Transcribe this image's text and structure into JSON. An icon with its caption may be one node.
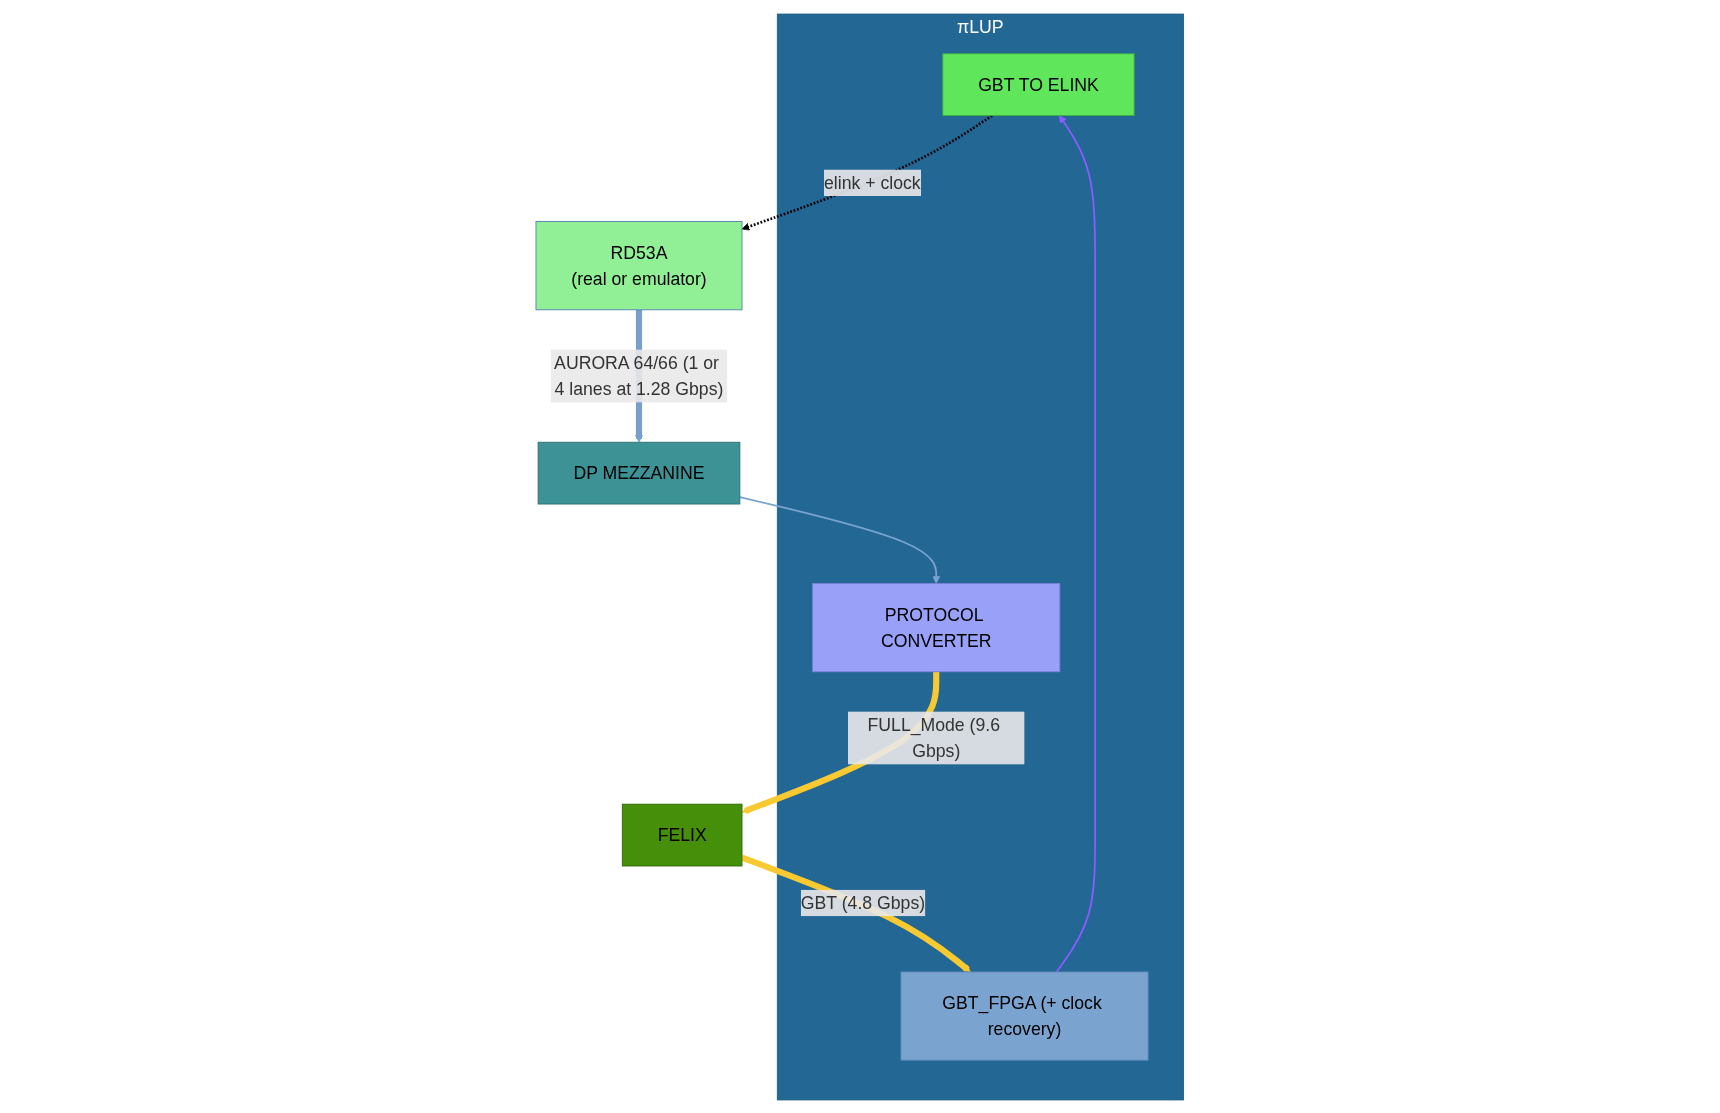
{
  "diagram": {
    "nodes": [
      {
        "text": [
          "πLUP"
        ]
      },
      {
        "text": [
          "GBT TO ELINK"
        ],
        "in": 0
      },
      {
        "text": [
          "GBT_FPGA (+ clock recovery)"
        ],
        "in": 0
      },
      {
        "text": [
          "PROTOCOL CONVERTER"
        ],
        "in": 0
      },
      {
        "text": [
          "DP MEZZANINE"
        ]
      },
      {
        "text": [
          "RD53A",
          "(real or emulator)"
        ]
      },
      {
        "text": [
          "FELIX"
        ]
      }
    ],
    "edges": [
      {
        "from": 2,
        "to": 1,
        "arrow": "to",
        "color": "#8c5cff"
      },
      {
        "from": 1,
        "to": 5,
        "arrow": "to",
        "label": "elink + clock",
        "style": "dashed",
        "color": "#000000"
      },
      {
        "from": 4,
        "to": 3,
        "arrow": "to",
        "color": "#7aa3cf"
      },
      {
        "from": 5,
        "to": 4,
        "arrow": "to",
        "label": "AURORA 64/66 (1 or 4 lanes at 1.28 Gbps)",
        "style": "thick",
        "color": "#789fcc"
      },
      {
        "from": 6,
        "to": 2,
        "arrow": "to",
        "label": "GBT (4.8 Gbps)",
        "style": "thick",
        "color": "#f9c932"
      },
      {
        "from": 3,
        "to": 6,
        "arrow": "to",
        "label": "FULL_Mode (9.6 Gbps)",
        "style": "thick",
        "color": "#f9c932"
      }
    ]
  }
}
